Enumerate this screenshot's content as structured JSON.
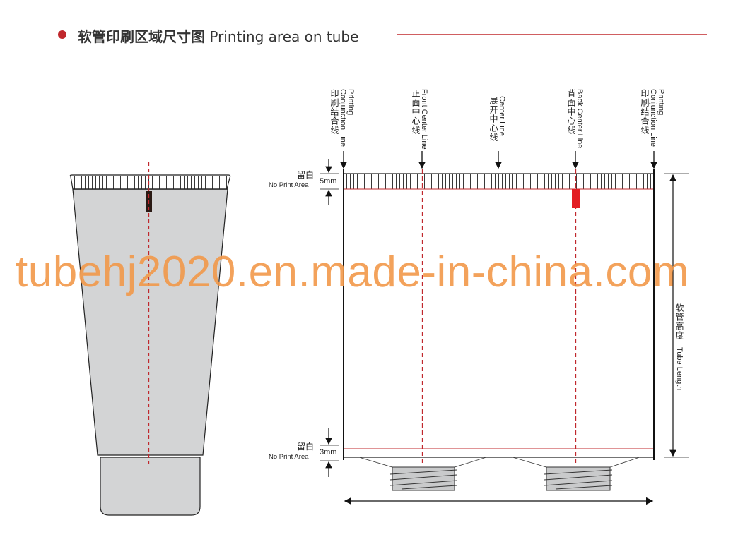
{
  "header": {
    "title_zh": "软管印刷区域尺寸图",
    "title_en": "Printing area on tube",
    "accent_color": "#c0282d"
  },
  "lines": [
    {
      "en1": "Printing",
      "en2": "Conjunction Line",
      "zh": "印刷结合线"
    },
    {
      "en1": "Front Center Line",
      "en2": "",
      "zh": "正面中心线"
    },
    {
      "en1": "Center Line",
      "en2": "",
      "zh": "展开中心线"
    },
    {
      "en1": "Back Center Line",
      "en2": "",
      "zh": "背面中心线"
    },
    {
      "en1": "Printing",
      "en2": "Conjunction Line",
      "zh": "印刷结合线"
    }
  ],
  "top_margin": {
    "zh": "留白",
    "en": "No Print Area",
    "size": "5mm"
  },
  "bottom_margin": {
    "zh": "留白",
    "en": "No Print Area",
    "size": "3mm"
  },
  "tube_length": {
    "zh": "软管高度",
    "en": "Tube Length"
  },
  "watermark": "tubehj2020.en.made-in-china.com",
  "colors": {
    "tube_fill": "#d3d4d5",
    "guide_red": "#c0282d",
    "mark_red": "#e31e24",
    "watermark": "#f2994a"
  }
}
